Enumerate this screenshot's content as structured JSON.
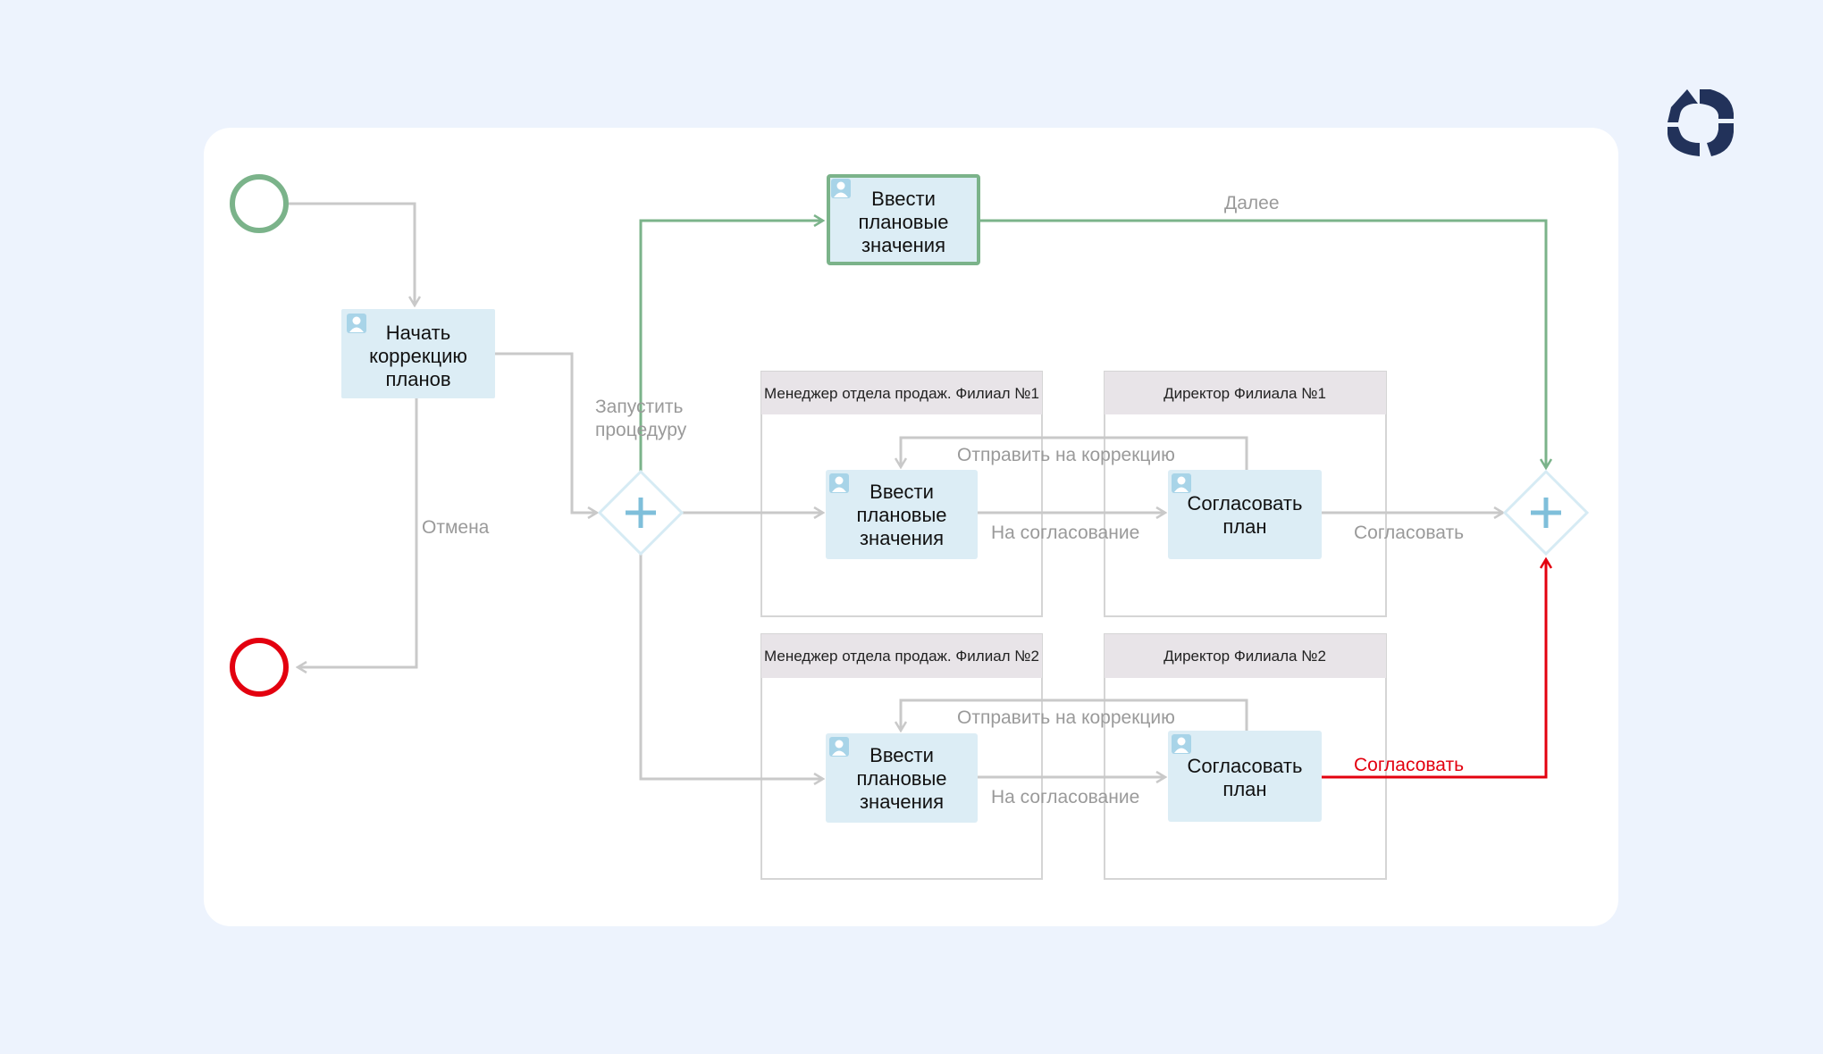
{
  "colors": {
    "background": "#edf3fd",
    "task": "#dcedf5",
    "start": "#7bb38a",
    "end": "#e3000f",
    "flow": "#c9c9c9",
    "logo": "#22325a"
  },
  "tasks": {
    "start_correction": [
      "Начать",
      "коррекцию",
      "планов"
    ],
    "enter_values_top": [
      "Ввести",
      "плановые",
      "значения"
    ],
    "enter_values_1": [
      "Ввести",
      "плановые",
      "значения"
    ],
    "approve_1": [
      "Согласовать",
      "план"
    ],
    "enter_values_2": [
      "Ввести",
      "плановые",
      "значения"
    ],
    "approve_2": [
      "Согласовать",
      "план"
    ]
  },
  "lanes": {
    "manager_1": "Менеджер отдела продаж. Филиал №1",
    "director_1": "Директор Филиала №1",
    "manager_2": "Менеджер отдела продаж. Филиал №2",
    "director_2": "Директор Филиала №2"
  },
  "labels": {
    "launch": [
      "Запустить",
      "процедуру"
    ],
    "cancel": "Отмена",
    "next": "Далее",
    "send_correction_1": "Отправить на коррекцию",
    "to_approval_1": "На согласование",
    "approve_1": "Согласовать",
    "send_correction_2": "Отправить на коррекцию",
    "to_approval_2": "На согласование",
    "approve_2": "Согласовать"
  }
}
